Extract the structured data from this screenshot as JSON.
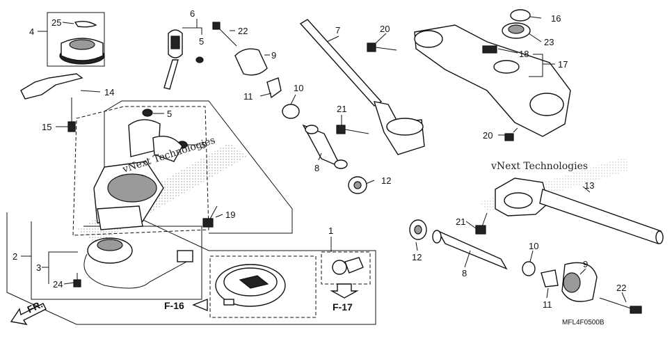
{
  "diagram": {
    "drawing_code": "MFL4F0500B",
    "direction_label": "FR.",
    "ref_left": "F-16",
    "ref_right": "F-17",
    "watermark_a": "vNext Technologies",
    "watermark_b": "vNext Technologies",
    "callouts": [
      "1",
      "2",
      "3",
      "4",
      "5",
      "5",
      "5",
      "6",
      "7",
      "8",
      "8",
      "9",
      "9",
      "10",
      "10",
      "11",
      "11",
      "12",
      "12",
      "13",
      "14",
      "15",
      "16",
      "17",
      "18",
      "19",
      "20",
      "20",
      "21",
      "21",
      "22",
      "22",
      "23",
      "24",
      "25"
    ]
  }
}
